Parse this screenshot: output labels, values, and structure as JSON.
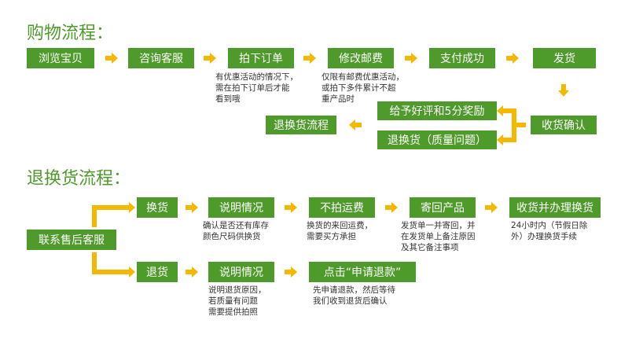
{
  "colors": {
    "green": "#4e9a2a",
    "yellow": "#f5b800",
    "text": "#333333"
  },
  "purchase": {
    "title": "购物流程：",
    "steps": [
      "浏览宝贝",
      "咨询客服",
      "拍下订单",
      "修改邮费",
      "支付成功",
      "发货"
    ],
    "note_order": "有优惠活动的情况下，\n需在拍下订单后才能\n看到哦",
    "note_postage": "仅限有邮费优惠活动，\n或拍下多件累计不超\n重产品时",
    "reward": "给予好评和5分奖励",
    "confirm": "收货确认",
    "return_goods": "退换货（质量问题）",
    "return_flow": "退换货流程"
  },
  "returns": {
    "title": "退换货流程：",
    "contact": "联系售后客服",
    "exchange": {
      "start": "换货",
      "steps": [
        "说明情况",
        "不拍运费",
        "寄回产品",
        "收货并办理换货"
      ],
      "notes": [
        "确认是否还有库存\n颜色尺码供换货",
        "换货的来回运费，\n需要买方承担",
        "发货单一并寄回，并\n在发货单上备注原因\n及其它备注事项",
        "24小时内（节假日除\n外）办理换货手续"
      ]
    },
    "refund": {
      "start": "退货",
      "steps": [
        "说明情况",
        "点击“申请退款”"
      ],
      "notes": [
        "说明退货原因，\n若质量有问题\n需要提供拍照",
        "先申请退款，然后等待\n我们收到退货后确认"
      ]
    }
  }
}
